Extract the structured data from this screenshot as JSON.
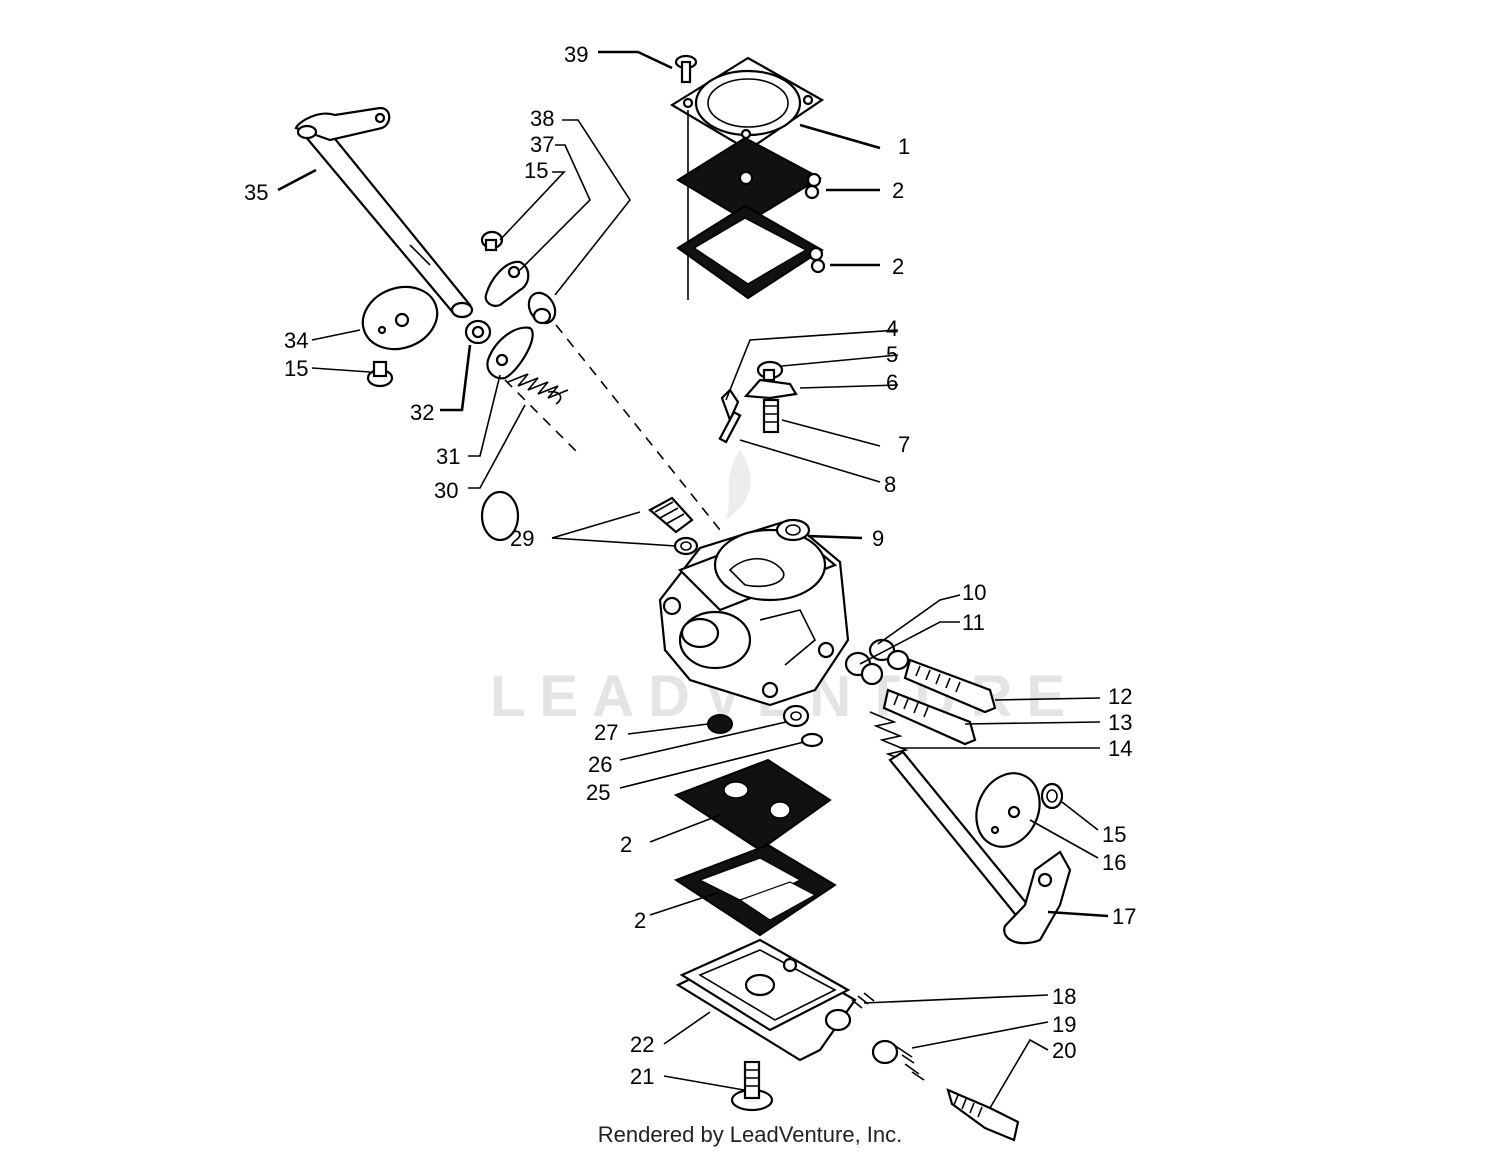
{
  "watermark": "LEADVENTURE",
  "footer": "Rendered by LeadVenture, Inc.",
  "callouts": [
    "39",
    "1",
    "2",
    "2",
    "35",
    "38",
    "37",
    "15",
    "34",
    "15",
    "32",
    "31",
    "30",
    "4",
    "5",
    "6",
    "7",
    "8",
    "29",
    "9",
    "10",
    "11",
    "12",
    "13",
    "14",
    "27",
    "26",
    "25",
    "2",
    "2",
    "15",
    "16",
    "17",
    "18",
    "19",
    "20",
    "22",
    "21"
  ]
}
